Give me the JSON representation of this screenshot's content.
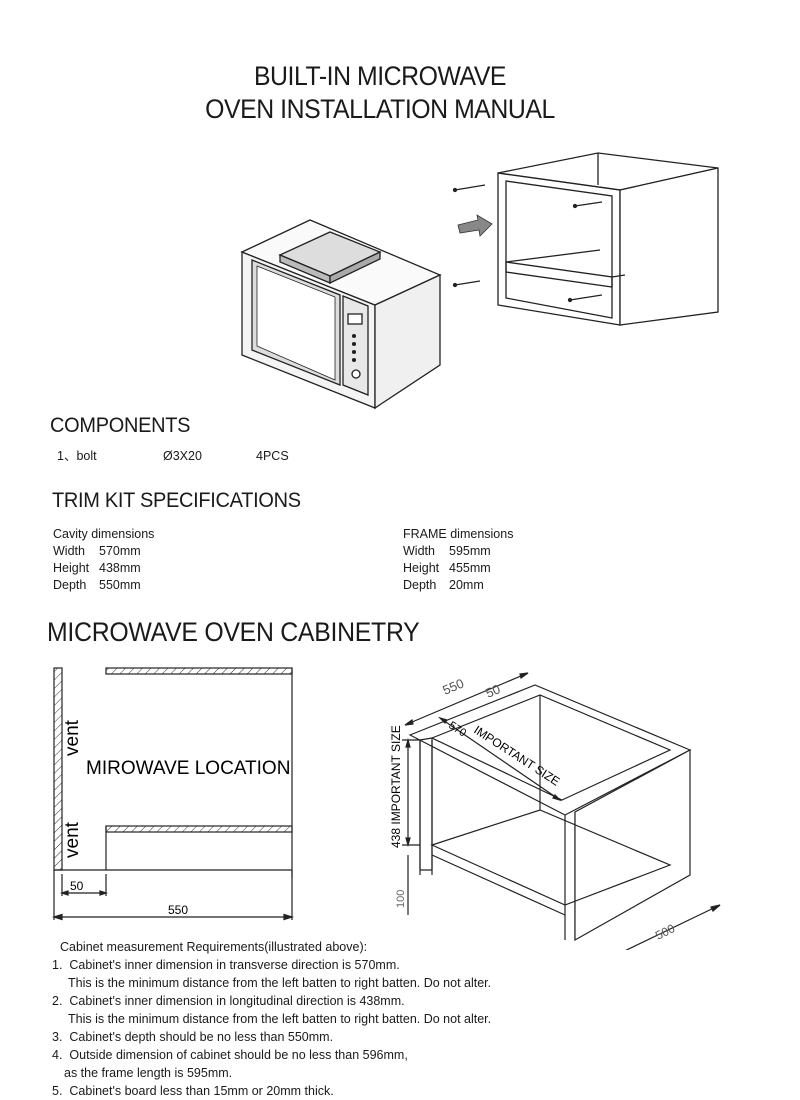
{
  "title": {
    "line1": "BUILT-IN MICROWAVE",
    "line2": "OVEN INSTALLATION MANUAL"
  },
  "components": {
    "heading": "COMPONENTS",
    "items": [
      {
        "name": "1、bolt",
        "size": "Ø3X20",
        "qty": "4PCS"
      }
    ]
  },
  "trim_kit": {
    "heading": "TRIM KIT SPECIFICATIONS",
    "cavity": {
      "heading": "Cavity dimensions",
      "rows": [
        {
          "label": "Width",
          "value": "570mm"
        },
        {
          "label": "Height",
          "value": "438mm"
        },
        {
          "label": "Depth",
          "value": "550mm"
        }
      ]
    },
    "frame": {
      "heading": "FRAME dimensions",
      "rows": [
        {
          "label": "Width",
          "value": "595mm"
        },
        {
          "label": "Height",
          "value": "455mm"
        },
        {
          "label": "Depth",
          "value": "20mm"
        }
      ]
    }
  },
  "cabinetry": {
    "heading": "MICROWAVE OVEN CABINETRY",
    "plan": {
      "vent_top": "vent",
      "vent_bottom": "vent",
      "location": "MIROWAVE LOCATION",
      "dim_small": "50",
      "dim_large": "550"
    },
    "iso": {
      "dim_550": "550",
      "dim_50": "50",
      "dim_570": "570",
      "important_width": "IMPORTANT SIZE",
      "height_label": "438 IMPORTANT SIZE",
      "dim_100": "100",
      "dim_500": "500"
    }
  },
  "requirements": {
    "heading": "Cabinet measurement Requirements(illustrated above):",
    "items": [
      {
        "num": "1.",
        "text": "Cabinet's inner dimension in transverse direction is 570mm.",
        "sub": "This is the minimum distance from the left batten to right batten. Do not alter."
      },
      {
        "num": "2.",
        "text": "Cabinet's inner dimension in longitudinal direction is 438mm.",
        "sub": "This is the minimum distance from the left batten to right batten. Do not alter."
      },
      {
        "num": "3.",
        "text": "Cabinet's depth should be no less than 550mm.",
        "sub": ""
      },
      {
        "num": "4.",
        "text": "Outside dimension of cabinet should be no less than 596mm,",
        "sub": "as the frame length is 595mm."
      },
      {
        "num": "5.",
        "text": "Cabinet's board less than 15mm or 20mm thick.",
        "sub": ""
      }
    ]
  }
}
